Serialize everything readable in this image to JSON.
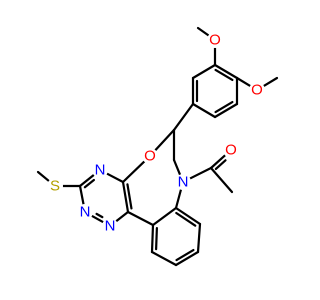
{
  "molecule": {
    "atoms": [
      {
        "id": "O_methoxy_top",
        "symbol": "O",
        "color": "#ff0000"
      },
      {
        "id": "O_methoxy_right",
        "symbol": "O",
        "color": "#ff0000"
      },
      {
        "id": "O_ring",
        "symbol": "O",
        "color": "#ff0000"
      },
      {
        "id": "O_carbonyl",
        "symbol": "O",
        "color": "#ff0000"
      },
      {
        "id": "N_amide",
        "symbol": "N",
        "color": "#0000ff"
      },
      {
        "id": "N_triazine_1",
        "symbol": "N",
        "color": "#0000ff"
      },
      {
        "id": "N_triazine_2",
        "symbol": "N",
        "color": "#0000ff"
      },
      {
        "id": "N_triazine_3",
        "symbol": "N",
        "color": "#0000ff"
      },
      {
        "id": "S_thio",
        "symbol": "S",
        "color": "#b3a000"
      }
    ],
    "bond_color": "#000000",
    "nitrogen_color": "#0000ff"
  }
}
